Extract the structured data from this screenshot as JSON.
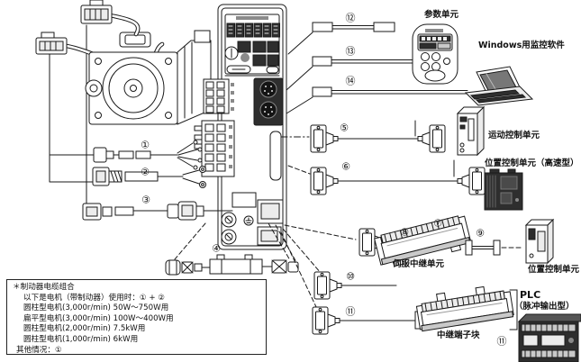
{
  "diagram": {
    "device_labels": {
      "parameter_unit": "参数单元",
      "windows_software": "Windows用监控软件",
      "motion_control": "运动控制单元",
      "position_control_hs": "位置控制单元（高速型）",
      "servo_relay_unit": "伺服中继单元",
      "position_control": "位置控制单元",
      "relay_terminal_block": "中继端子块",
      "plc": "PLC",
      "plc_type": "（脉冲输出型）"
    },
    "cable_badges": {
      "n1": "①",
      "n2": "②",
      "n3": "③",
      "n4": "④",
      "n5": "⑤",
      "n6": "⑥",
      "n7": "⑦",
      "n8": "⑧",
      "n9": "⑨",
      "n10": "⑩",
      "n11": "⑪",
      "n12": "⑫",
      "n13": "⑬",
      "n14": "⑭",
      "n11b": "⑪"
    },
    "note_box": {
      "title": "＊制动器电缆组合",
      "lines": [
        "以下是电机（带制动器）使用时：① + ②",
        "圆柱型电机(3,000r/min) 50W～750W用",
        "扁平型电机(3,000r/min) 100W～400W用",
        "圆柱型电机(2,000r/min) 7.5kW用",
        "圆柱型电机(1,000r/min) 6kW用"
      ],
      "footer": "其他情况：①"
    },
    "colors": {
      "ink": "#1a1a1a",
      "paper": "#ffffff",
      "dark_fill": "#2e2e2e",
      "light_fill": "#ececec"
    }
  }
}
